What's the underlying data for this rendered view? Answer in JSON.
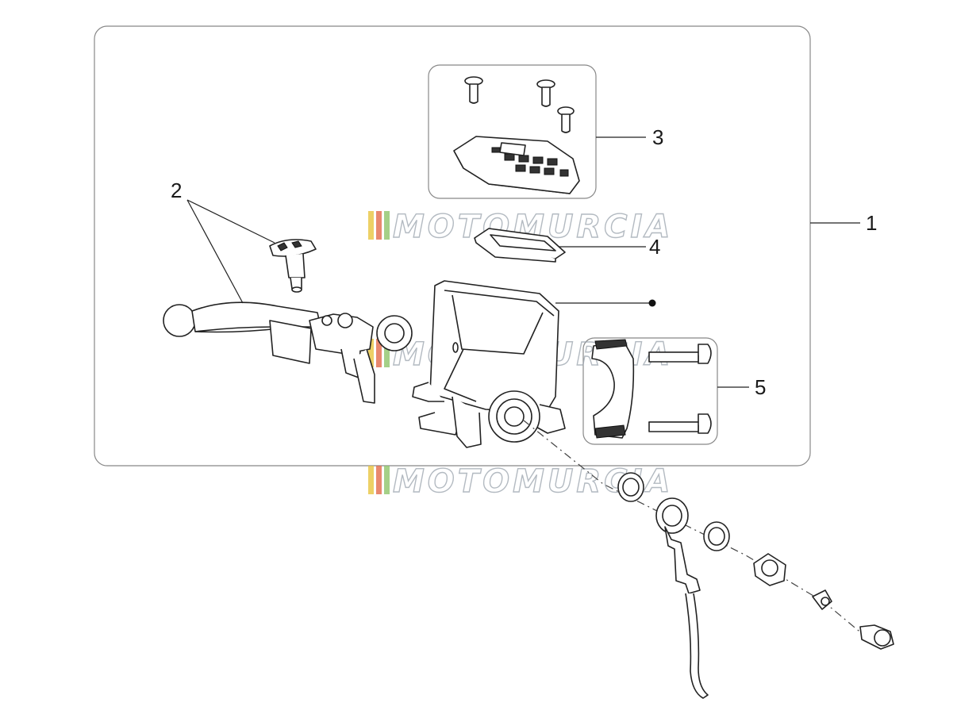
{
  "callouts": {
    "c1": "1",
    "c2": "2",
    "c3": "3",
    "c4": "4",
    "c5": "5"
  },
  "watermark": {
    "text": "MOTOMURCIA",
    "colors": [
      "#e8c440",
      "#e26a4a",
      "#8fc46a"
    ]
  },
  "colors": {
    "line": "#222222",
    "frame": "#888888",
    "background": "#ffffff"
  }
}
